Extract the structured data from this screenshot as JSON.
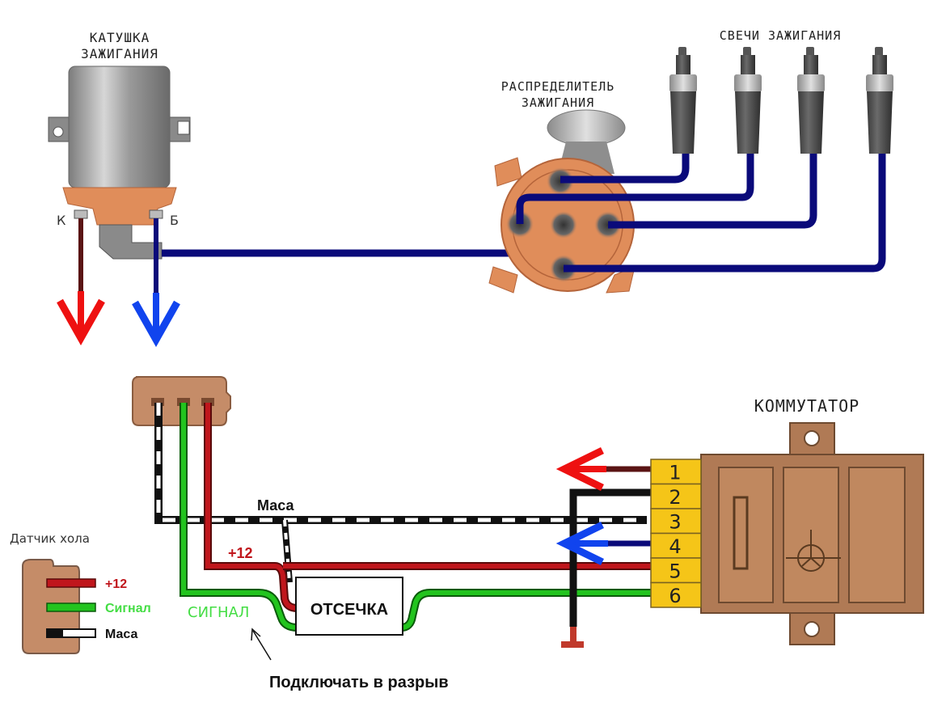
{
  "colors": {
    "hv_wire": "#0a0a7a",
    "red_wire": "#c0161c",
    "green_wire": "#22c41e",
    "black_wire": "#111111",
    "arrow_red": "#ee1111",
    "arrow_blue": "#1144ee",
    "connector_yellow": "#f5c518",
    "commutator_brown": "#b07a55",
    "distributor_orange": "#e08d5a",
    "coil_gray": "#a7a7a7",
    "hall_connector": "#c58c68"
  },
  "top": {
    "coil": {
      "title_line1": "КАТУШКА",
      "title_line2": "ЗАЖИГАНИЯ",
      "terminal_k": "К",
      "terminal_b": "Б"
    },
    "distributor": {
      "title_line1": "РАСПРЕДЕЛИТЕЛЬ",
      "title_line2": "ЗАЖИГАНИЯ"
    },
    "spark_plugs": {
      "title": "СВЕЧИ ЗАЖИГАНИЯ",
      "count": 4
    }
  },
  "bottom": {
    "commutator": {
      "title": "КОММУТАТОР",
      "pins": [
        "1",
        "2",
        "3",
        "4",
        "5",
        "6"
      ]
    },
    "wire_labels": {
      "ground": "Маса",
      "plus12": "+12",
      "signal": "СИГНАЛ"
    },
    "cutoff_box": "ОТСЕЧКА",
    "note": "Подключать в разрыв",
    "hall_sensor": {
      "title": "Датчик хола",
      "legend": [
        {
          "label": "+12",
          "color": "#c0161c"
        },
        {
          "label": "Сигнал",
          "color": "#22c41e"
        },
        {
          "label": "Маса",
          "color": "#111111"
        }
      ]
    }
  }
}
